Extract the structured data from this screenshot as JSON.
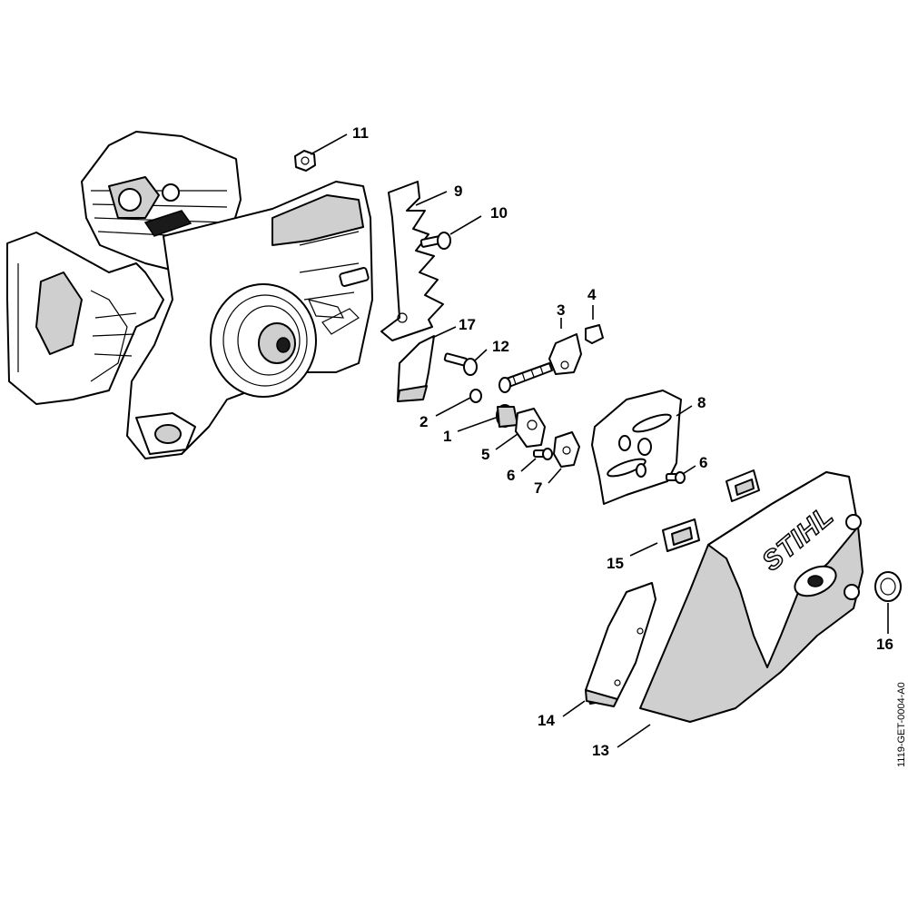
{
  "diagram": {
    "document_id": "1119-GET-0004-A0",
    "brand_mark": "STIHL",
    "callouts": [
      {
        "id": "c11",
        "label": "11"
      },
      {
        "id": "c9",
        "label": "9"
      },
      {
        "id": "c10",
        "label": "10"
      },
      {
        "id": "c3",
        "label": "3"
      },
      {
        "id": "c4",
        "label": "4"
      },
      {
        "id": "c17",
        "label": "17"
      },
      {
        "id": "c12",
        "label": "12"
      },
      {
        "id": "c2",
        "label": "2"
      },
      {
        "id": "c1",
        "label": "1"
      },
      {
        "id": "c5",
        "label": "5"
      },
      {
        "id": "c6a",
        "label": "6"
      },
      {
        "id": "c7",
        "label": "7"
      },
      {
        "id": "c8",
        "label": "8"
      },
      {
        "id": "c6b",
        "label": "6"
      },
      {
        "id": "c15",
        "label": "15"
      },
      {
        "id": "c16",
        "label": "16"
      },
      {
        "id": "c14",
        "label": "14"
      },
      {
        "id": "c13",
        "label": "13"
      }
    ]
  }
}
